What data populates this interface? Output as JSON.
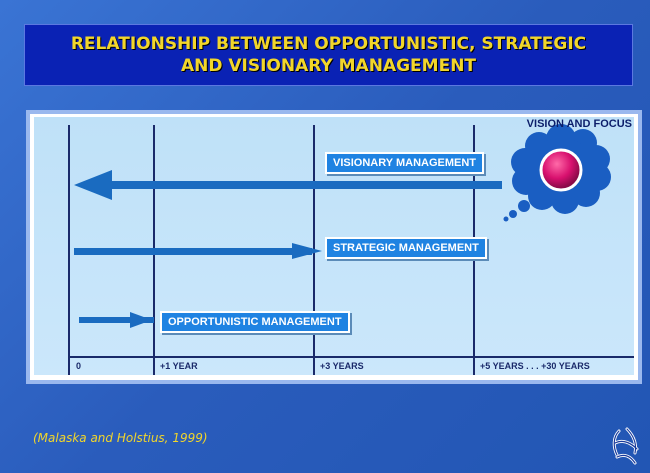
{
  "title": {
    "line1": "RELATIONSHIP BETWEEN OPPORTUNISTIC, STRATEGIC",
    "line2": "AND VISIONARY MANAGEMENT"
  },
  "diagram": {
    "vision_label": "VISION AND FOCUS",
    "visionary_label": "VISIONARY MANAGEMENT",
    "strategic_label": "STRATEGIC MANAGEMENT",
    "opportunistic_label": "OPPORTUNISTIC MANAGEMENT",
    "axis": {
      "t0": "0",
      "t1": "+1 YEAR",
      "t2": "+3 YEARS",
      "t3": "+5 YEARS . . . +30 YEARS"
    },
    "colors": {
      "arrow": "#1a6bc0",
      "axis_line": "#1a2a6a",
      "tag_fill": "#1f83e2",
      "vision_fill": "#d8106e"
    }
  },
  "citation": "(Malaska and Holstius, 1999)",
  "icons": {
    "logo": "corner-emblem-icon",
    "vision": "thought-cloud-icon"
  }
}
